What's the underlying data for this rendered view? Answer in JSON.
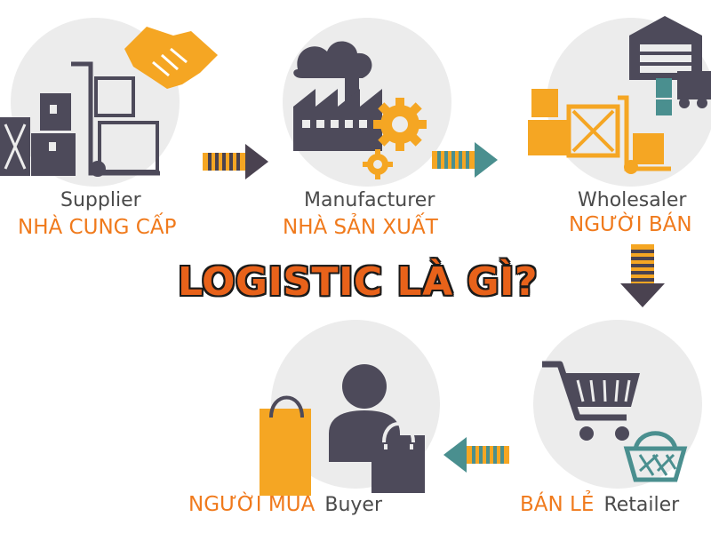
{
  "title": "LOGISTIC LÀ GÌ?",
  "colors": {
    "accent": "#f5a623",
    "orange_text": "#f07a1c",
    "dark_gray": "#4d4a5a",
    "arrow_gray": "#4a4250",
    "arrow_teal": "#4a8f8f",
    "circle_bg": "#ececec"
  },
  "stages": [
    {
      "en": "Supplier",
      "vi": "NHÀ CUNG CẤP",
      "icon": "supplier-icon"
    },
    {
      "en": "Manufacturer",
      "vi": "NHÀ SẢN XUẤT",
      "icon": "factory-icon"
    },
    {
      "en": "Wholesaler",
      "vi": "NGƯỜI BÁN",
      "icon": "warehouse-icon"
    },
    {
      "en": "Retailer",
      "vi": "BÁN LẺ",
      "icon": "shopping-cart-icon"
    },
    {
      "en": "Buyer",
      "vi": "NGƯỜI MUA",
      "icon": "buyer-icon"
    }
  ]
}
